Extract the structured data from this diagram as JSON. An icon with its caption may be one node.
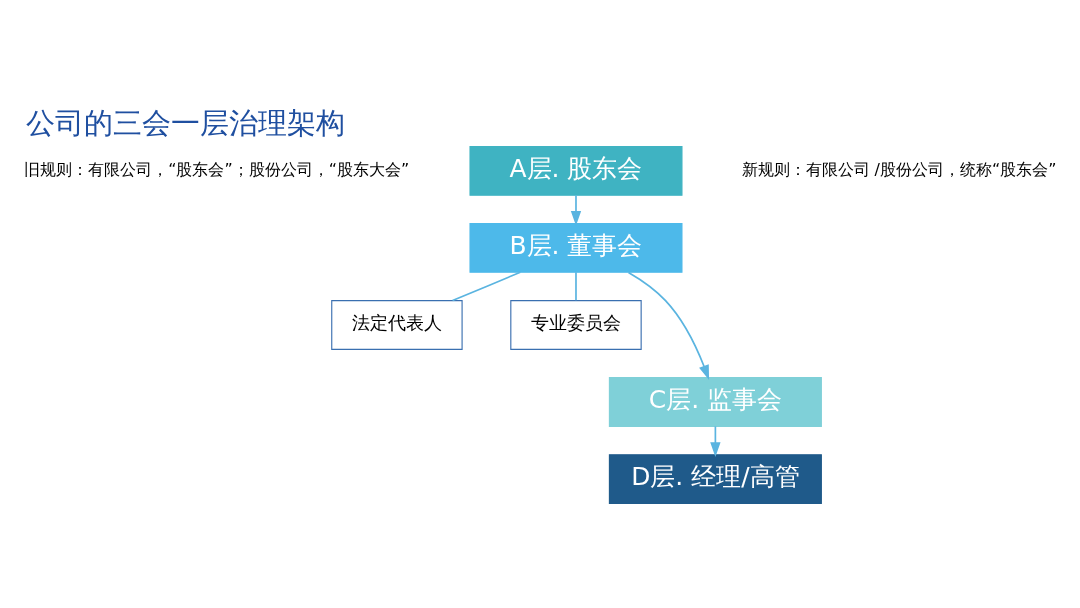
{
  "diagram": {
    "title": "公司的三会一层治理架构",
    "nodes": [
      {
        "text": [
          "A层. 股东会"
        ]
      },
      {
        "text": [
          "B层. 董事会"
        ]
      },
      {
        "text": [
          "法定代表人"
        ]
      },
      {
        "text": [
          "专业委员会"
        ]
      },
      {
        "text": [
          "C层. 监事会"
        ]
      },
      {
        "text": [
          "D层. 经理/高管"
        ]
      }
    ],
    "edges": [
      {
        "from": 0,
        "to": 1,
        "arrow": "to"
      },
      {
        "from": 1,
        "to": 2,
        "arrow": "none"
      },
      {
        "from": 1,
        "to": 3,
        "arrow": "none"
      },
      {
        "from": 1,
        "to": 4,
        "arrow": "to"
      },
      {
        "from": 4,
        "to": 5,
        "arrow": "to"
      }
    ],
    "labels": [
      "旧规则：有限公司，“股东会”；股份公司，“股东大会”",
      "新规则：有限公司 /股份公司，统称“股东会”"
    ]
  }
}
